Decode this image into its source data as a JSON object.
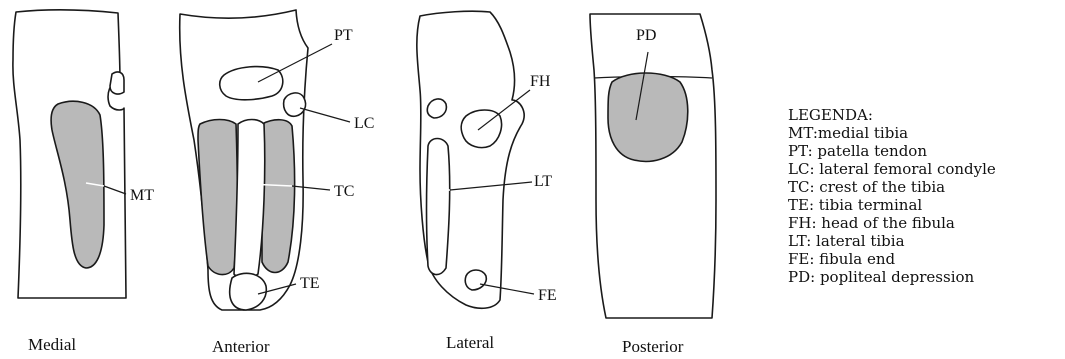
{
  "views": {
    "medial": "Medial",
    "anterior": "Anterior",
    "lateral": "Lateral",
    "posterior": "Posterior"
  },
  "labels": {
    "MT": "MT",
    "PT": "PT",
    "LC": "LC",
    "TC": "TC",
    "TE": "TE",
    "FH": "FH",
    "LT": "LT",
    "FE": "FE",
    "PD": "PD"
  },
  "legend": {
    "title": "LEGENDA:",
    "items": [
      "MT:medial tibia",
      "PT: patella tendon",
      "LC: lateral femoral condyle",
      "TC: crest of the tibia",
      "TE: tibia terminal",
      "FH: head of the fibula",
      "LT: lateral tibia",
      "FE: fibula end",
      "PD: popliteal depression"
    ]
  }
}
